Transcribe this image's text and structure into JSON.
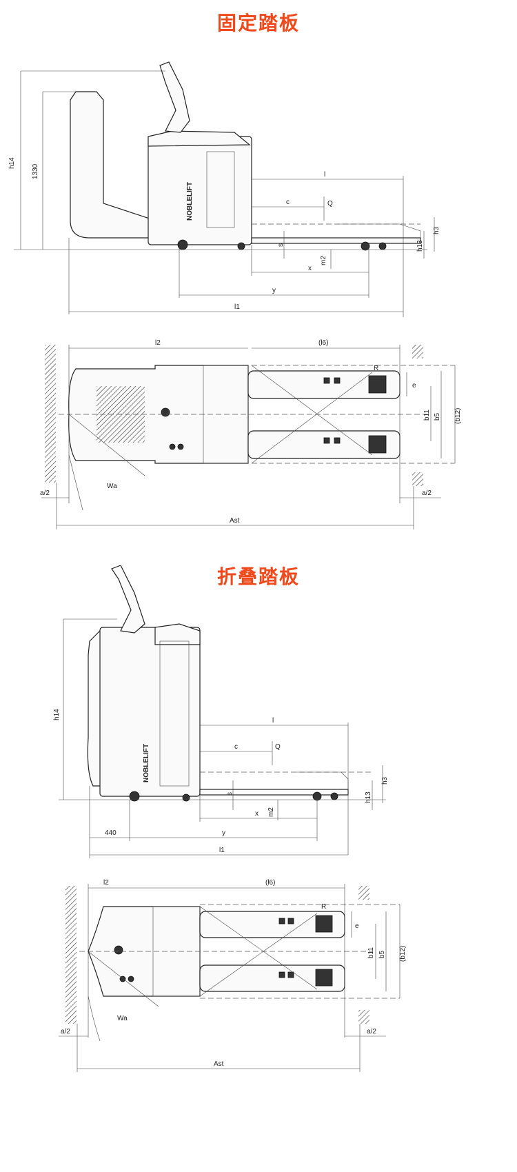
{
  "sections": [
    {
      "title": "固定踏板",
      "side": {
        "h14": "h14",
        "h1330": "1330",
        "l": "l",
        "c": "c",
        "Q": "Q",
        "h3": "h3",
        "h13": "h13",
        "s": "s",
        "m2": "m2",
        "x": "x",
        "y": "y",
        "l1": "l1",
        "brand": "NOBLELIFT"
      },
      "top": {
        "l2": "l2",
        "l6": "(l6)",
        "R": "R",
        "e": "e",
        "b11": "b11",
        "b5": "b5",
        "b12": "(b12)",
        "Wa": "Wa",
        "a2_left": "a/2",
        "a2_right": "a/2",
        "Ast": "Ast"
      }
    },
    {
      "title": "折叠踏板",
      "side": {
        "h14": "h14",
        "l": "l",
        "c": "c",
        "Q": "Q",
        "h3": "h3",
        "h13": "h13",
        "s": "s",
        "m2": "m2",
        "x": "x",
        "y": "y",
        "l1": "l1",
        "d440": "440",
        "brand": "NOBLELIFT"
      },
      "top": {
        "l2": "l2",
        "l6": "(l6)",
        "R": "R",
        "e": "e",
        "b11": "b11",
        "b5": "b5",
        "b12": "(b12)",
        "Wa": "Wa",
        "a2_left": "a/2",
        "a2_right": "a/2",
        "Ast": "Ast"
      }
    }
  ],
  "colors": {
    "title": "#f04a1c",
    "line": "#222222"
  }
}
